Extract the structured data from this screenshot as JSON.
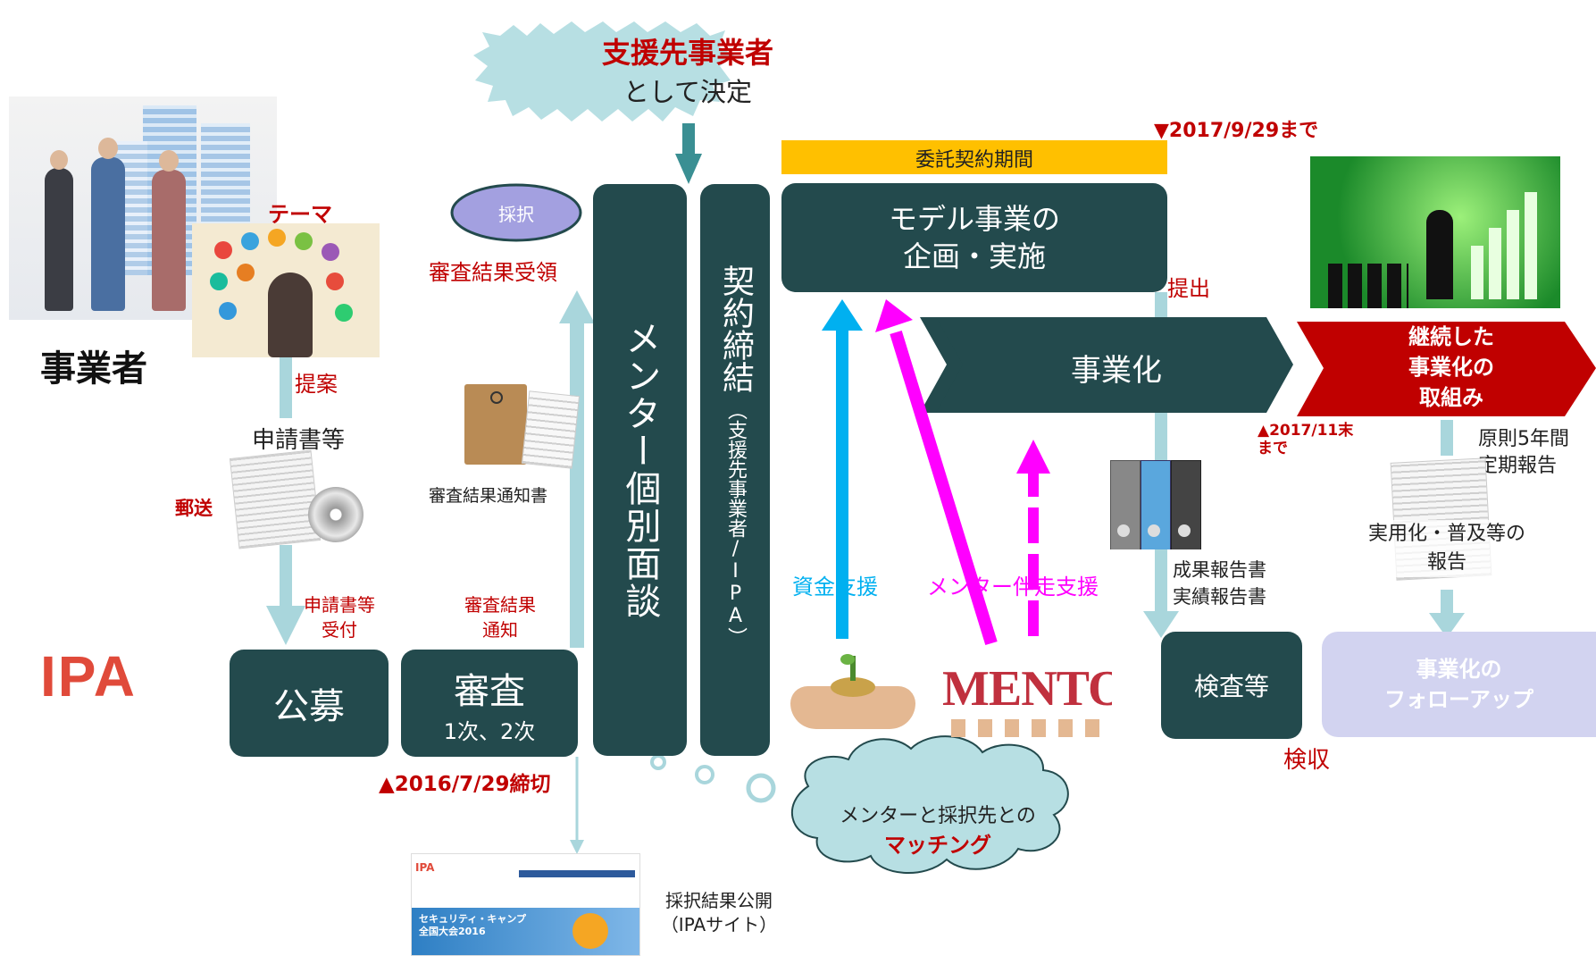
{
  "header": {
    "cloud_title": "支援先事業者",
    "cloud_sub": "として決定",
    "deadline_contract": "▼2017/9/29まで",
    "contract_period": "委託契約期間"
  },
  "left": {
    "theme": "テーマ",
    "operator": "事業者",
    "proposal": "提案",
    "application_docs": "申請書等",
    "mail": "郵送",
    "received_line1": "申請書等",
    "received_line2": "受付",
    "ipa_logo": "IPA"
  },
  "process": {
    "koubo": "公募",
    "shinsa": "審査",
    "shinsa_sub": "1次、2次",
    "deadline_submit": "▲2016/7/29締切",
    "notice_line1": "審査結果",
    "notice_line2": "通知",
    "notice_doc": "審査結果通知書",
    "adopted": "採択",
    "result_received": "審査結果受領",
    "mentor_interview": "メンター個別面談",
    "contract": "契約締結",
    "contract_sub": "（支援先事業者/IPA）",
    "publish_line1": "採択結果公開",
    "publish_line2": "（IPAサイト）"
  },
  "model": {
    "title_line1": "モデル事業の",
    "title_line2": "企画・実施",
    "submit": "提出",
    "commercialization": "事業化",
    "funding": "資金支援",
    "mentor_support": "メンター伴走支援",
    "mentor_word": "MENTOR",
    "report_line1": "成果報告書",
    "report_line2": "実績報告書",
    "inspection": "検査等",
    "acceptance": "検収",
    "matching_line1": "メンターと採択先との",
    "matching_line2": "マッチング"
  },
  "right": {
    "continue_line1": "継続した",
    "continue_line2": "事業化の",
    "continue_line3": "取組み",
    "deadline_line1": "▲2017/11末",
    "deadline_line2": "まで",
    "periodic_line1": "原則5年間",
    "periodic_line2": "定期報告",
    "practical_line1": "実用化・普及等の",
    "practical_line2": "報告",
    "followup_line1": "事業化の",
    "followup_line2": "フォローアップ"
  },
  "website": {
    "logo": "IPA",
    "banner_line1": "セキュリティ・キャンプ",
    "banner_line2": "全国大会2016"
  },
  "colors": {
    "box": "#234a4d",
    "red": "#c00000",
    "cloud": "#b7dfe3",
    "arrow_light": "#a9d6dc",
    "cyan": "#00b0f0",
    "magenta": "#ff00ff",
    "gold": "#ffc000",
    "lavender": "#d2d3f0"
  }
}
